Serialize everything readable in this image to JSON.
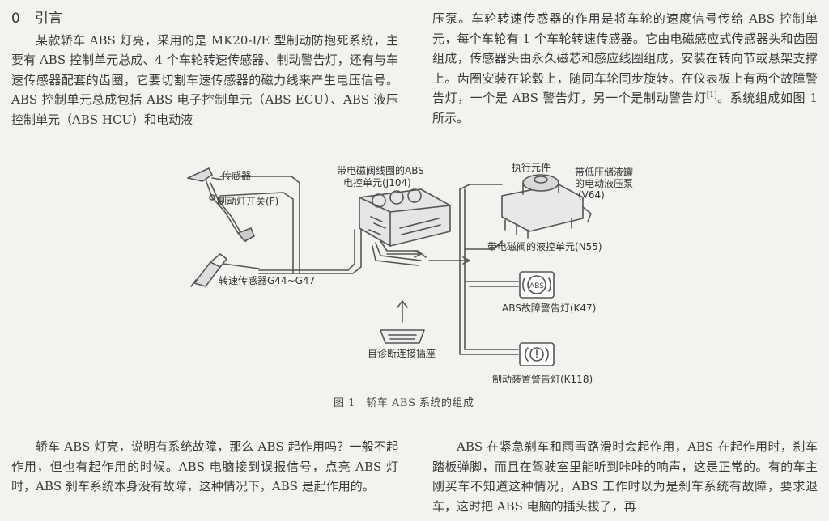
{
  "section": {
    "number": "0",
    "title": "引言"
  },
  "intro": {
    "left_paragraph": "某款轿车 ABS 灯亮，采用的是 MK20-I/E 型制动防抱死系统，主要有 ABS 控制单元总成、4 个车轮转速传感器、制动警告灯，还有与车速传感器配套的齿圈，它要切割车速传感器的磁力线来产生电压信号。ABS 控制单元总成包括 ABS 电子控制单元（ABS ECU）、ABS 液压控制单元（ABS HCU）和电动液",
    "right_paragraph_before_ref": "压泵。车轮转速传感器的作用是将车轮的速度信号传给 ABS 控制单元，每个车轮有 1 个车轮转速传感器。它由电磁感应式传感器头和齿圈组成，传感器头由永久磁芯和感应线圈组成，安装在转向节或悬架支撑上。齿圈安装在轮毂上，随同车轮同步旋转。在仪表板上有两个故障警告灯，一个是 ABS 警告灯，另一个是制动警告灯",
    "citation": "[1]",
    "right_paragraph_after_ref": "。系统组成如图 1 所示。"
  },
  "figure": {
    "labels": {
      "sensor": "传感器",
      "brake_light_switch": "制动灯开关(F)",
      "speed_sensor": "转速传感器G44~G47",
      "ecu_line1": "带电磁阀线圈的ABS",
      "ecu_line2": "电控单元(J104)",
      "actuator": "执行元件",
      "pump_line1": "带低压储液罐",
      "pump_line2": "的电动液压泵",
      "pump_line3": "(V64)",
      "hydraulic_unit": "带电磁阀的液控单元(N55)",
      "abs_lamp": "ABS故障警告灯(K47)",
      "diag_connector": "自诊断连接插座",
      "brake_lamp": "制动装置警告灯(K118)",
      "abs_lamp_text": "ABS"
    },
    "caption": "图 1　轿车 ABS 系统的组成"
  },
  "body": {
    "left_paragraph": "轿车 ABS 灯亮，说明有系统故障，那么 ABS 起作用吗？一般不起作用，但也有起作用的时候。ABS 电脑接到误报信号，点亮 ABS 灯时，ABS 刹车系统本身没有故障，这种情况下，ABS 是起作用的。",
    "right_paragraph": "ABS 在紧急刹车和雨雪路滑时会起作用，ABS 在起作用时，刹车踏板弹脚，而且在驾驶室里能听到咔咔的响声，这是正常的。有的车主刚买车不知道这种情况，ABS 工作时以为是刹车系统有故障，要求退车，这时把 ABS 电脑的插头拔了，再"
  }
}
